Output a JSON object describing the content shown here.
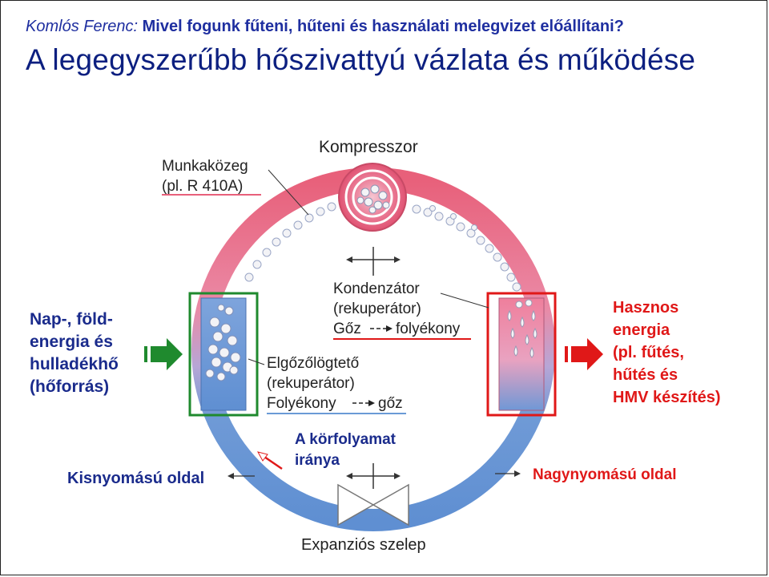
{
  "header": {
    "author": "Komlós Ferenc",
    "separator": ": ",
    "question": "Mivel fogunk fűteni, hűteni és használati melegvizet előállítani?"
  },
  "title": "A legegyszerűbb hőszivattyú vázlata és működése",
  "labels": {
    "compressor": "Kompresszor",
    "medium_line1": "Munkaközeg",
    "medium_line2": "(pl. R 410A)",
    "condenser_line1": "Kondenzátor",
    "condenser_line2": "(rekuperátor)",
    "condenser_line3_a": "Gőz",
    "condenser_line3_b": "folyékony",
    "evaporator_line1": "Elgőzőlögtető",
    "evaporator_line2": "(rekuperátor)",
    "evaporator_line3_a": "Folyékony",
    "evaporator_line3_b": "gőz",
    "source_line1": "Nap-, föld-",
    "source_line2": "energia és",
    "source_line3": "hulladékhő",
    "source_line4": "(hőforrás)",
    "useful_line1": "Hasznos",
    "useful_line2": "energia",
    "useful_line3": "(pl. fűtés,",
    "useful_line4": "hűtés és",
    "useful_line5": "HMV készítés)",
    "direction_line1": "A körfolyamat",
    "direction_line2": "iránya",
    "low_pressure": "Kisnyomású oldal",
    "high_pressure": "Nagynyomású oldal",
    "expansion_valve": "Expanziós szelep"
  },
  "colors": {
    "title_blue": "#0c1f80",
    "hot_pink": "#e8607a",
    "cold_blue": "#6a9ad6",
    "green": "#1f8a2e",
    "red": "#e01818"
  }
}
